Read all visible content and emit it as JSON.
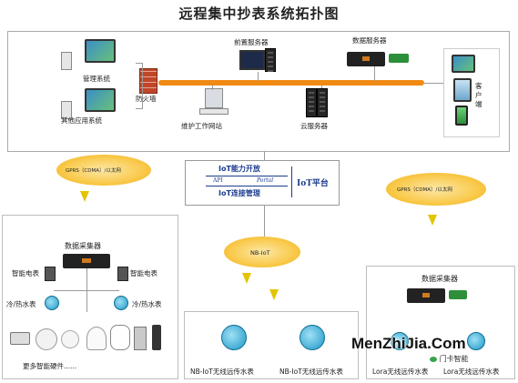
{
  "title": "远程集中抄表系统拓扑图",
  "top": {
    "mgmt_system": "管理系统",
    "other_apps": "其他应用系统",
    "firewall": "防火墙",
    "front_server": "前置服务器",
    "data_server": "数据服务器",
    "maint_station": "维护工作网站",
    "cloud_server": "云服务器",
    "client": "客户端"
  },
  "iot_platform": {
    "open": "IoT能力开放",
    "api": "API",
    "portal": "Portal",
    "mgmt": "IoT连接管理",
    "name": "IoT平台"
  },
  "clouds": {
    "left": "GPRS（CDMA）/以太网",
    "right": "GPRS（CDMA）/以太网",
    "nb": "NB-IoT"
  },
  "left_box": {
    "collector": "数据采集器",
    "meter_l": "智能电表",
    "meter_r": "智能电表",
    "water_l": "冷/热水表",
    "water_r": "冷/热水表",
    "more": "更多智能硬件......"
  },
  "mid_box": {
    "meter1": "NB-IoT无线远传水表",
    "meter2": "NB-IoT无线远传水表"
  },
  "right_box": {
    "collector": "数据采集器",
    "lora1": "Lora无线远传水表",
    "lora2": "Lora无线远传水表"
  },
  "watermark": {
    "text": "MenZhiJia.Com",
    "brand": "门卡智能"
  },
  "colors": {
    "bus": "#f08a12",
    "cloud": "#f9c94a",
    "meter_blue": "#1c97c6",
    "iot_text": "#1d3c8f"
  }
}
